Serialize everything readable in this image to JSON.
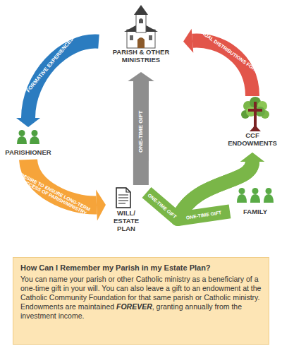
{
  "diagram": {
    "nodes": [
      {
        "text": [
          "PARISH & OTHER MINISTRIES"
        ]
      },
      {
        "text": [
          "CCF ENDOWMENTS"
        ]
      },
      {
        "text": [
          "PARISHIONER"
        ]
      },
      {
        "text": [
          "WILL/ ESTATE PLAN"
        ]
      },
      {
        "text": [
          "FAMILY"
        ]
      },
      {
        "text": [
          "How Can I Remember my Parish in my Estate Plan?",
          "You can name your parish or other Catholic ministry as a beneficiary of a one-time gift in your will. You can also leave a gift to an endowment at the Catholic Community Foundation for that same parish or Catholic ministry. Endowments are maintained FOREVER, granting annually from the investment income."
        ]
      }
    ],
    "edges": [
      {
        "from": 0,
        "to": 2,
        "label": "FORMATIVE EXPERIENCES",
        "arrow": "to"
      },
      {
        "from": 1,
        "to": 0,
        "label": "ANNUAL DISTRIBUTIONS FOREVER",
        "arrow": "to"
      },
      {
        "from": 3,
        "to": 0,
        "label": "ONE-TIME GIFT",
        "arrow": "to"
      },
      {
        "from": 2,
        "to": 3,
        "label": "DESIRE TO ENSURE LONG-TERM SUCCESS OF PARISH/MINISTRY",
        "arrow": "to"
      },
      {
        "from": 3,
        "to": 1,
        "label": "ONE-TIME GIFT",
        "arrow": "to"
      },
      {
        "from": 4,
        "to": 1,
        "label": "ONE-TIME GIFT",
        "arrow": "to"
      }
    ]
  }
}
